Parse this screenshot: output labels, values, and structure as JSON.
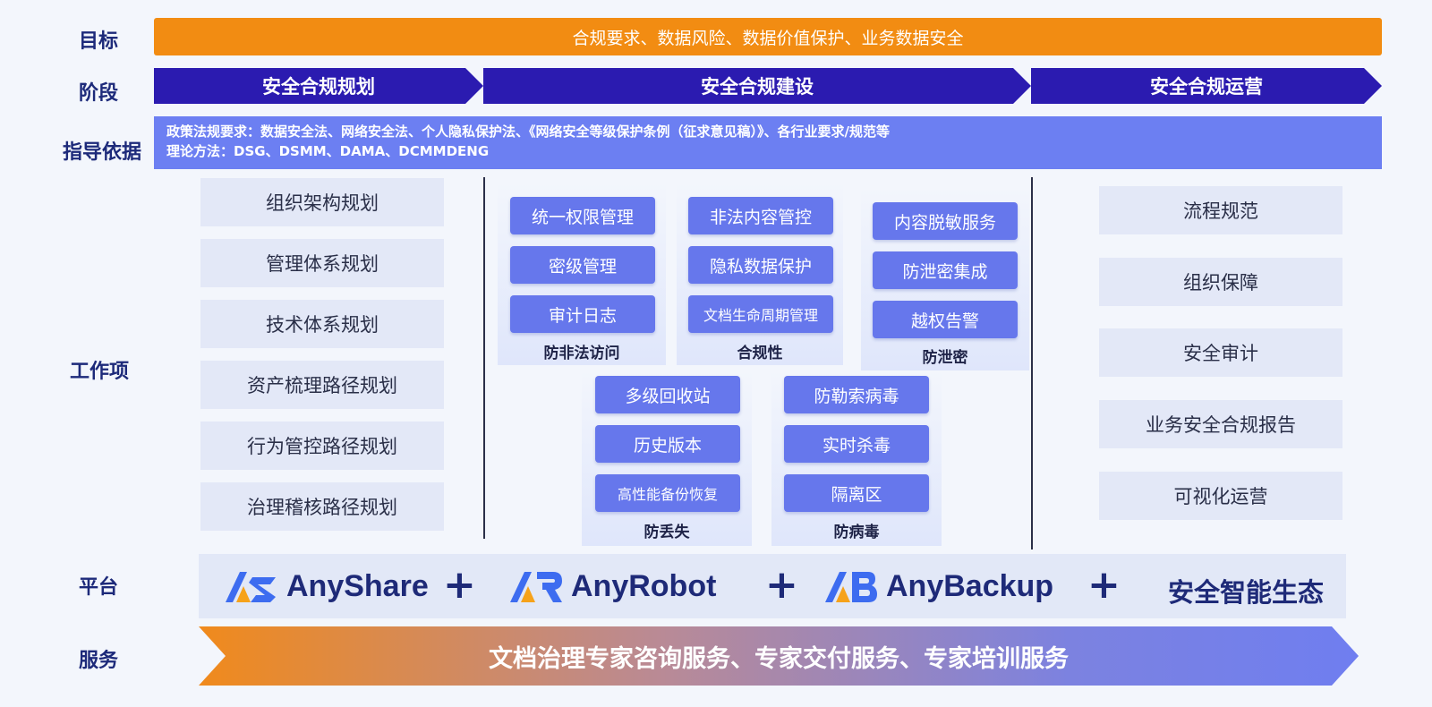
{
  "row_labels": {
    "goal": "目标",
    "stage": "阶段",
    "guide": "指导依据",
    "work": "工作项",
    "platform": "平台",
    "service": "服务"
  },
  "goal": "合规要求、数据风险、数据价值保护、业务数据安全",
  "stages": [
    "安全合规规划",
    "安全合规建设",
    "安全合规运营"
  ],
  "guide": {
    "line1": "政策法规要求：数据安全法、网络安全法、个人隐私保护法、《网络安全等级保护条例（征求意见稿）》、各行业要求/规范等",
    "line2": "理论方法：DSG、DSMM、DAMA、DCMMDENG"
  },
  "planning_items": [
    "组织架构规划",
    "管理体系规划",
    "技术体系规划",
    "资产梳理路径规划",
    "行为管控路径规划",
    "治理稽核路径规划"
  ],
  "construction_groups": [
    {
      "title": "防非法访问",
      "items": [
        "统一权限管理",
        "密级管理",
        "审计日志"
      ]
    },
    {
      "title": "合规性",
      "items": [
        "非法内容管控",
        "隐私数据保护",
        "文档生命周期管理"
      ]
    },
    {
      "title": "防泄密",
      "items": [
        "内容脱敏服务",
        "防泄密集成",
        "越权告警"
      ]
    },
    {
      "title": "防丢失",
      "items": [
        "多级回收站",
        "历史版本",
        "高性能备份恢复"
      ]
    },
    {
      "title": "防病毒",
      "items": [
        "防勒索病毒",
        "实时杀毒",
        "隔离区"
      ]
    }
  ],
  "operation_items": [
    "流程规范",
    "组织保障",
    "安全审计",
    "业务安全合规报告",
    "可视化运营"
  ],
  "platform": {
    "brands": [
      "AnyShare",
      "AnyRobot",
      "AnyBackup"
    ],
    "plus": "+",
    "ecosystem": "安全智能生态"
  },
  "service": "文档治理专家咨询服务、专家交付服务、专家培训服务",
  "colors": {
    "goal_bar": "#f28c12",
    "stage_bar": "#2b1bb0",
    "guide_bar": "#6c7ff2",
    "chip": "#6677ec",
    "brand_blue": "#3d6cf0",
    "brand_orange": "#f6a21a"
  }
}
